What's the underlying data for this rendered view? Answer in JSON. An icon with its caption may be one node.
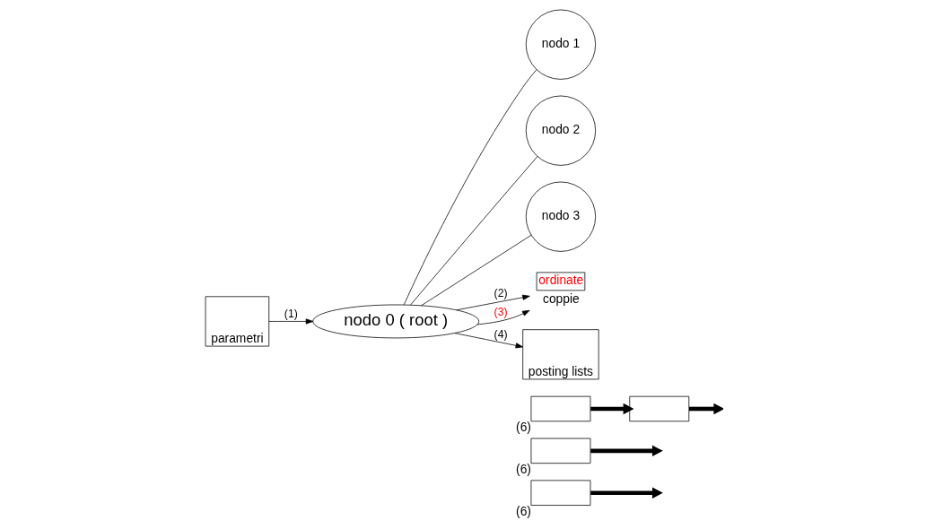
{
  "diagram": {
    "nodes": [
      {
        "text": [
          "nodo 0 ( root )"
        ]
      },
      {
        "text": [
          "nodo 1"
        ]
      },
      {
        "text": [
          "nodo 2"
        ]
      },
      {
        "text": [
          "nodo 3"
        ]
      },
      {
        "text": [
          "parametri"
        ]
      },
      {
        "text": [
          "ordinate",
          "coppie"
        ]
      },
      {
        "text": [
          "posting lists"
        ]
      },
      {
        "text": [],
        "shape": "box",
        "beside": [
          "(6)"
        ]
      },
      {
        "text": [],
        "shape": "box"
      },
      {
        "text": [],
        "shape": "box",
        "beside": [
          "(6)"
        ]
      },
      {
        "text": [],
        "shape": "box",
        "beside": [
          "(6)"
        ]
      }
    ],
    "edges": [
      {
        "from": 4,
        "to": 0,
        "arrow": "to",
        "label": "(1)"
      },
      {
        "from": 0,
        "to": 5,
        "arrow": "to",
        "label": "(2)"
      },
      {
        "from": 0,
        "to": 5,
        "arrow": "to",
        "label": "(3)"
      },
      {
        "from": 0,
        "to": 6,
        "arrow": "to",
        "label": "(4)"
      },
      {
        "from": 0,
        "to": 1,
        "arrow": "none"
      },
      {
        "from": 0,
        "to": 2,
        "arrow": "none"
      },
      {
        "from": 0,
        "to": 3,
        "arrow": "none"
      },
      {
        "from": 7,
        "to": 8,
        "arrow": "to",
        "style": "thick"
      },
      {
        "from": 8,
        "to": null,
        "arrow": "to",
        "style": "thick"
      },
      {
        "from": 9,
        "to": null,
        "arrow": "to",
        "style": "thick"
      },
      {
        "from": 10,
        "to": null,
        "arrow": "to",
        "style": "thick"
      }
    ]
  }
}
